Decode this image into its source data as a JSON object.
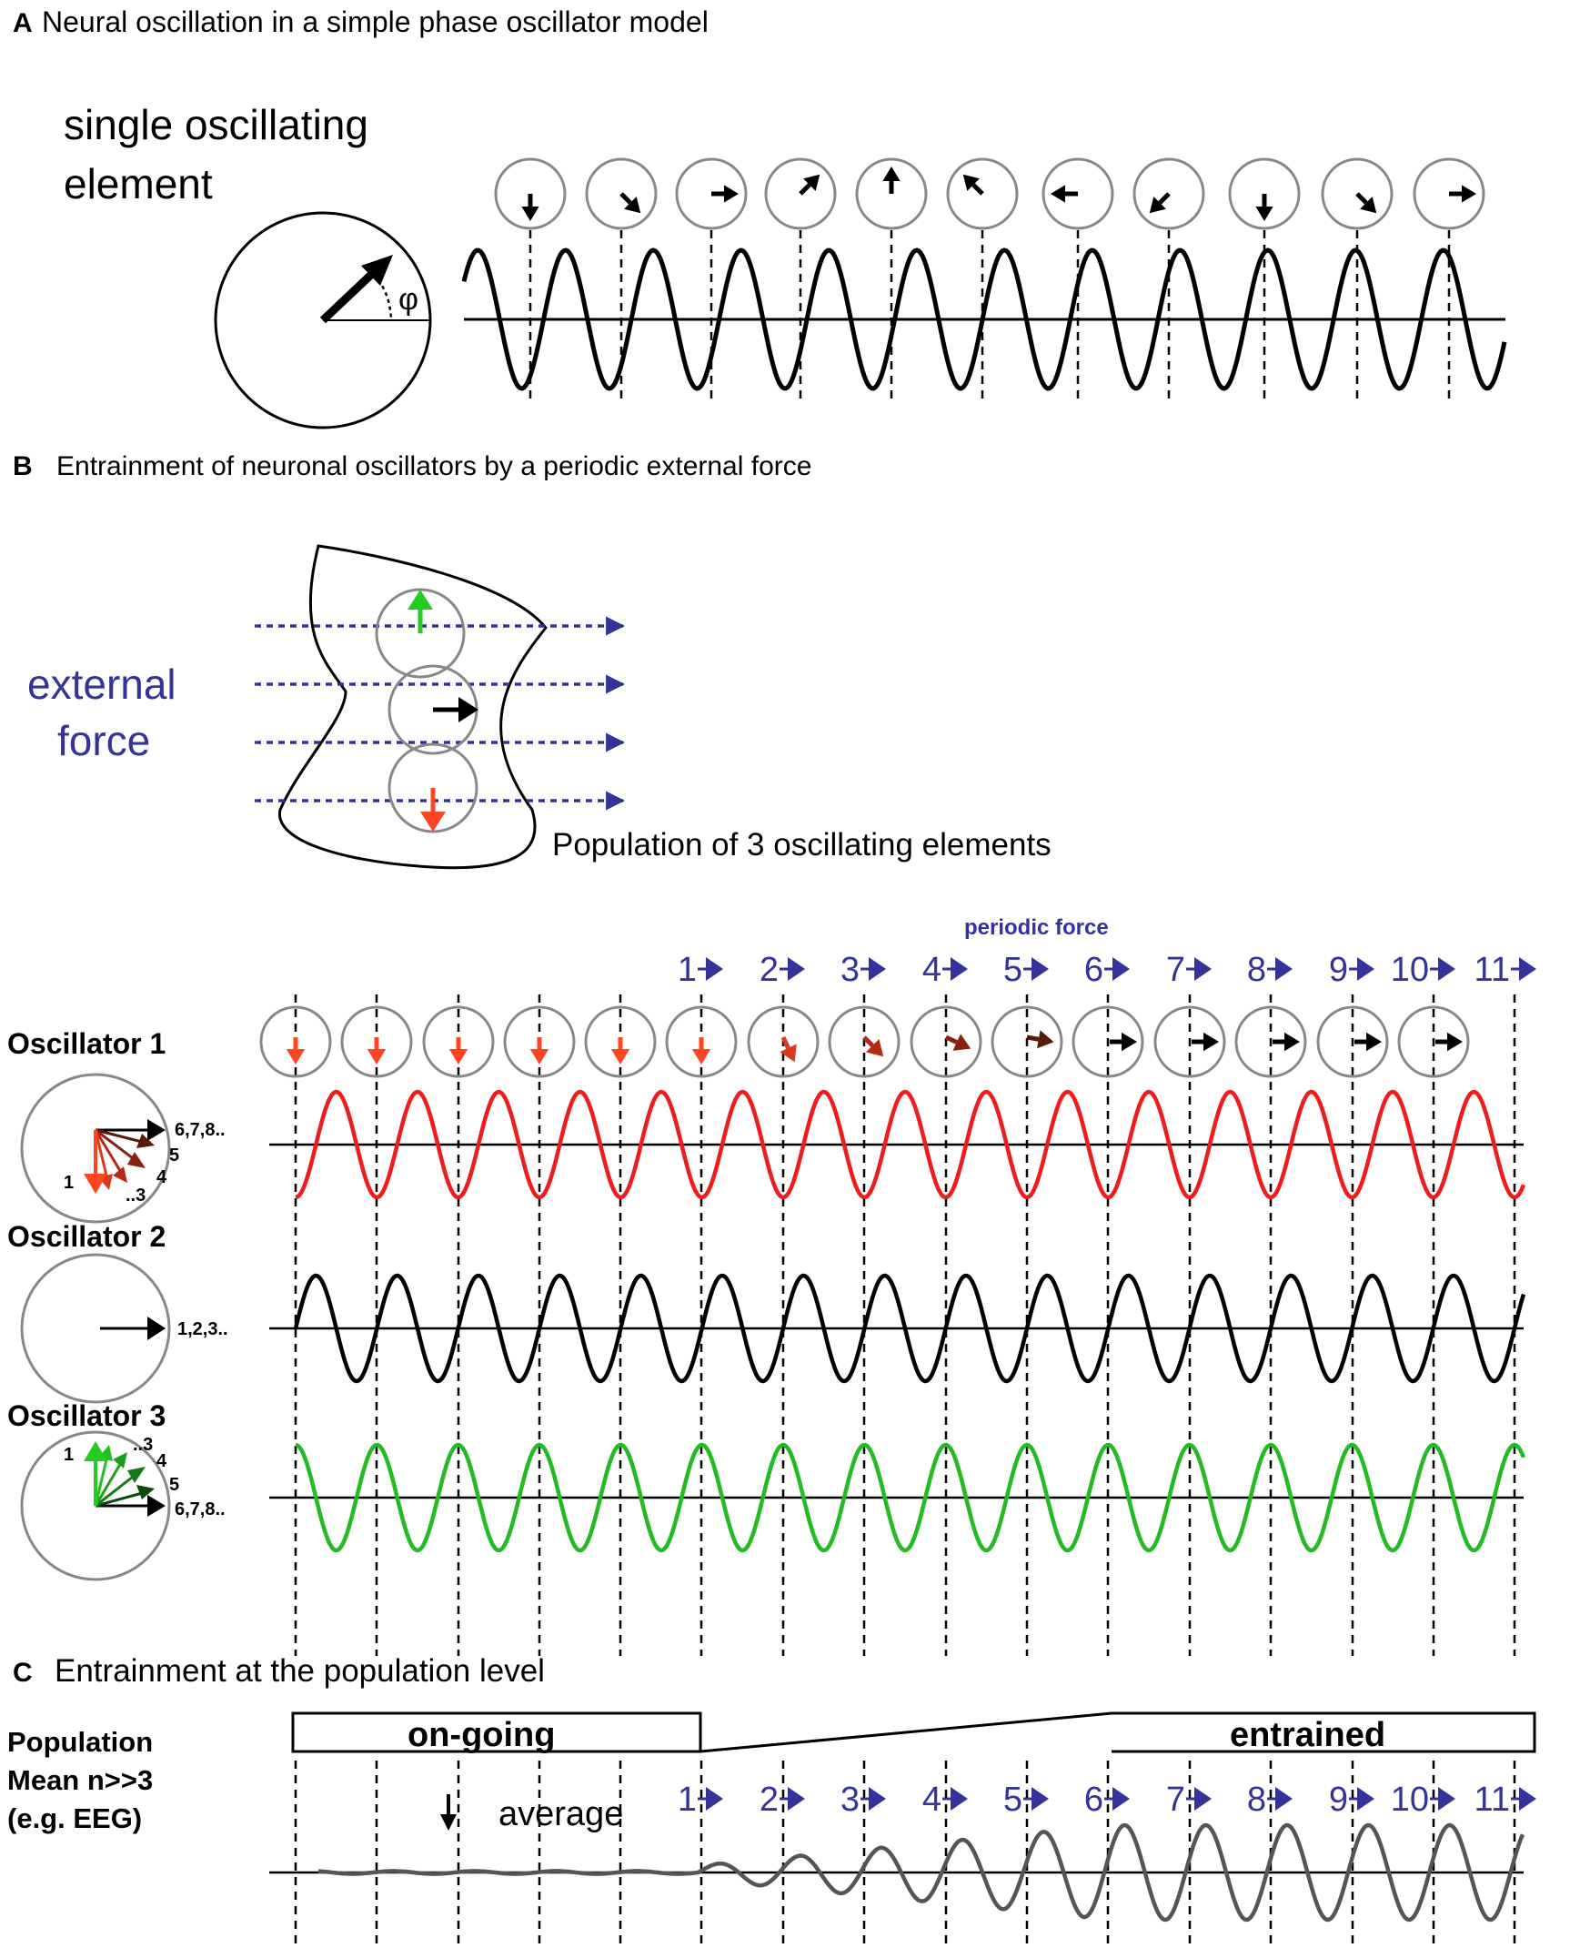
{
  "panel_a": {
    "letter": "A",
    "title": "Neural oscillation in a simple phase oscillator model",
    "element_label_line1": "single oscillating",
    "element_label_line2": "element",
    "phase_symbol": "φ",
    "phase_sequence": [
      "down",
      "down-right",
      "right",
      "up-right",
      "up",
      "up-left",
      "left",
      "down-left",
      "down",
      "down-right",
      "right"
    ]
  },
  "panel_b": {
    "letter": "B",
    "title": "Entrainment of neuronal oscillators by a periodic external force",
    "force_label_line1": "external",
    "force_label_line2": "force",
    "population_label": "Population of 3 oscillating elements",
    "periodic_force_label": "periodic force",
    "force_numbers": [
      "1",
      "2",
      "3",
      "4",
      "5",
      "6",
      "7",
      "8",
      "9",
      "10",
      "11"
    ],
    "oscillators": [
      {
        "label": "Oscillator 1",
        "color": "#ee1c1c",
        "phase_labels": [
          "6,7,8..",
          "5",
          "4",
          "..3",
          "1"
        ]
      },
      {
        "label": "Oscillator 2",
        "color": "#000000",
        "phase_labels": [
          "1,2,3.."
        ]
      },
      {
        "label": "Oscillator 3",
        "color": "#22bb22",
        "phase_labels": [
          "1",
          "..3",
          "4",
          "5",
          "6,7,8.."
        ]
      }
    ],
    "colors": {
      "force": "#33339a",
      "osc1_arrow": "#ff4422",
      "osc3_arrow": "#22cc22"
    }
  },
  "panel_c": {
    "letter": "C",
    "title": "Entrainment at the population level",
    "row_label": [
      "Population",
      "Mean n>>3",
      "(e.g. EEG)"
    ],
    "ongoing_label": "on-going",
    "entrained_label": "entrained",
    "average_label": "average",
    "force_numbers": [
      "1",
      "2",
      "3",
      "4",
      "5",
      "6",
      "7",
      "8",
      "9",
      "10",
      "11"
    ]
  }
}
